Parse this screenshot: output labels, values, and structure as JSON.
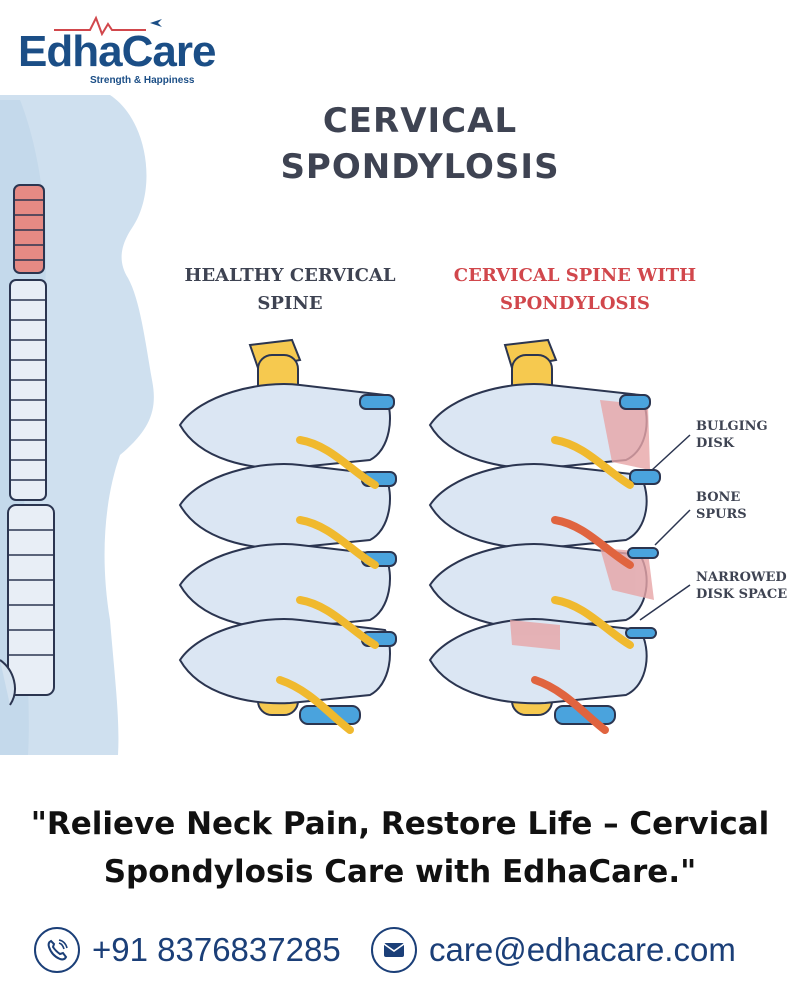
{
  "brand": {
    "name": "EdhaCare",
    "logo_text": "EdhaCare",
    "tagline": "Strength & Happiness",
    "color": "#1b4e86",
    "accent": "#d1474c"
  },
  "poster": {
    "title": "CERVICAL\nSPONDYLOSIS",
    "healthy_label": "HEALTHY CERVICAL\nSPINE",
    "disease_label": "CERVICAL SPINE WITH\nSPONDYLOSIS",
    "annotations": [
      "BULGING\nDISK",
      "BONE\nSPURS",
      "NARROWED\nDISK SPACE"
    ],
    "quote": "\"Relieve Neck Pain, Restore Life – Cervical Spondylosis Care with EdhaCare.\""
  },
  "contact": {
    "phone": "+91 8376837285",
    "email": "care@edhacare.com",
    "phone_icon": "phone-icon",
    "email_icon": "envelope-icon"
  }
}
